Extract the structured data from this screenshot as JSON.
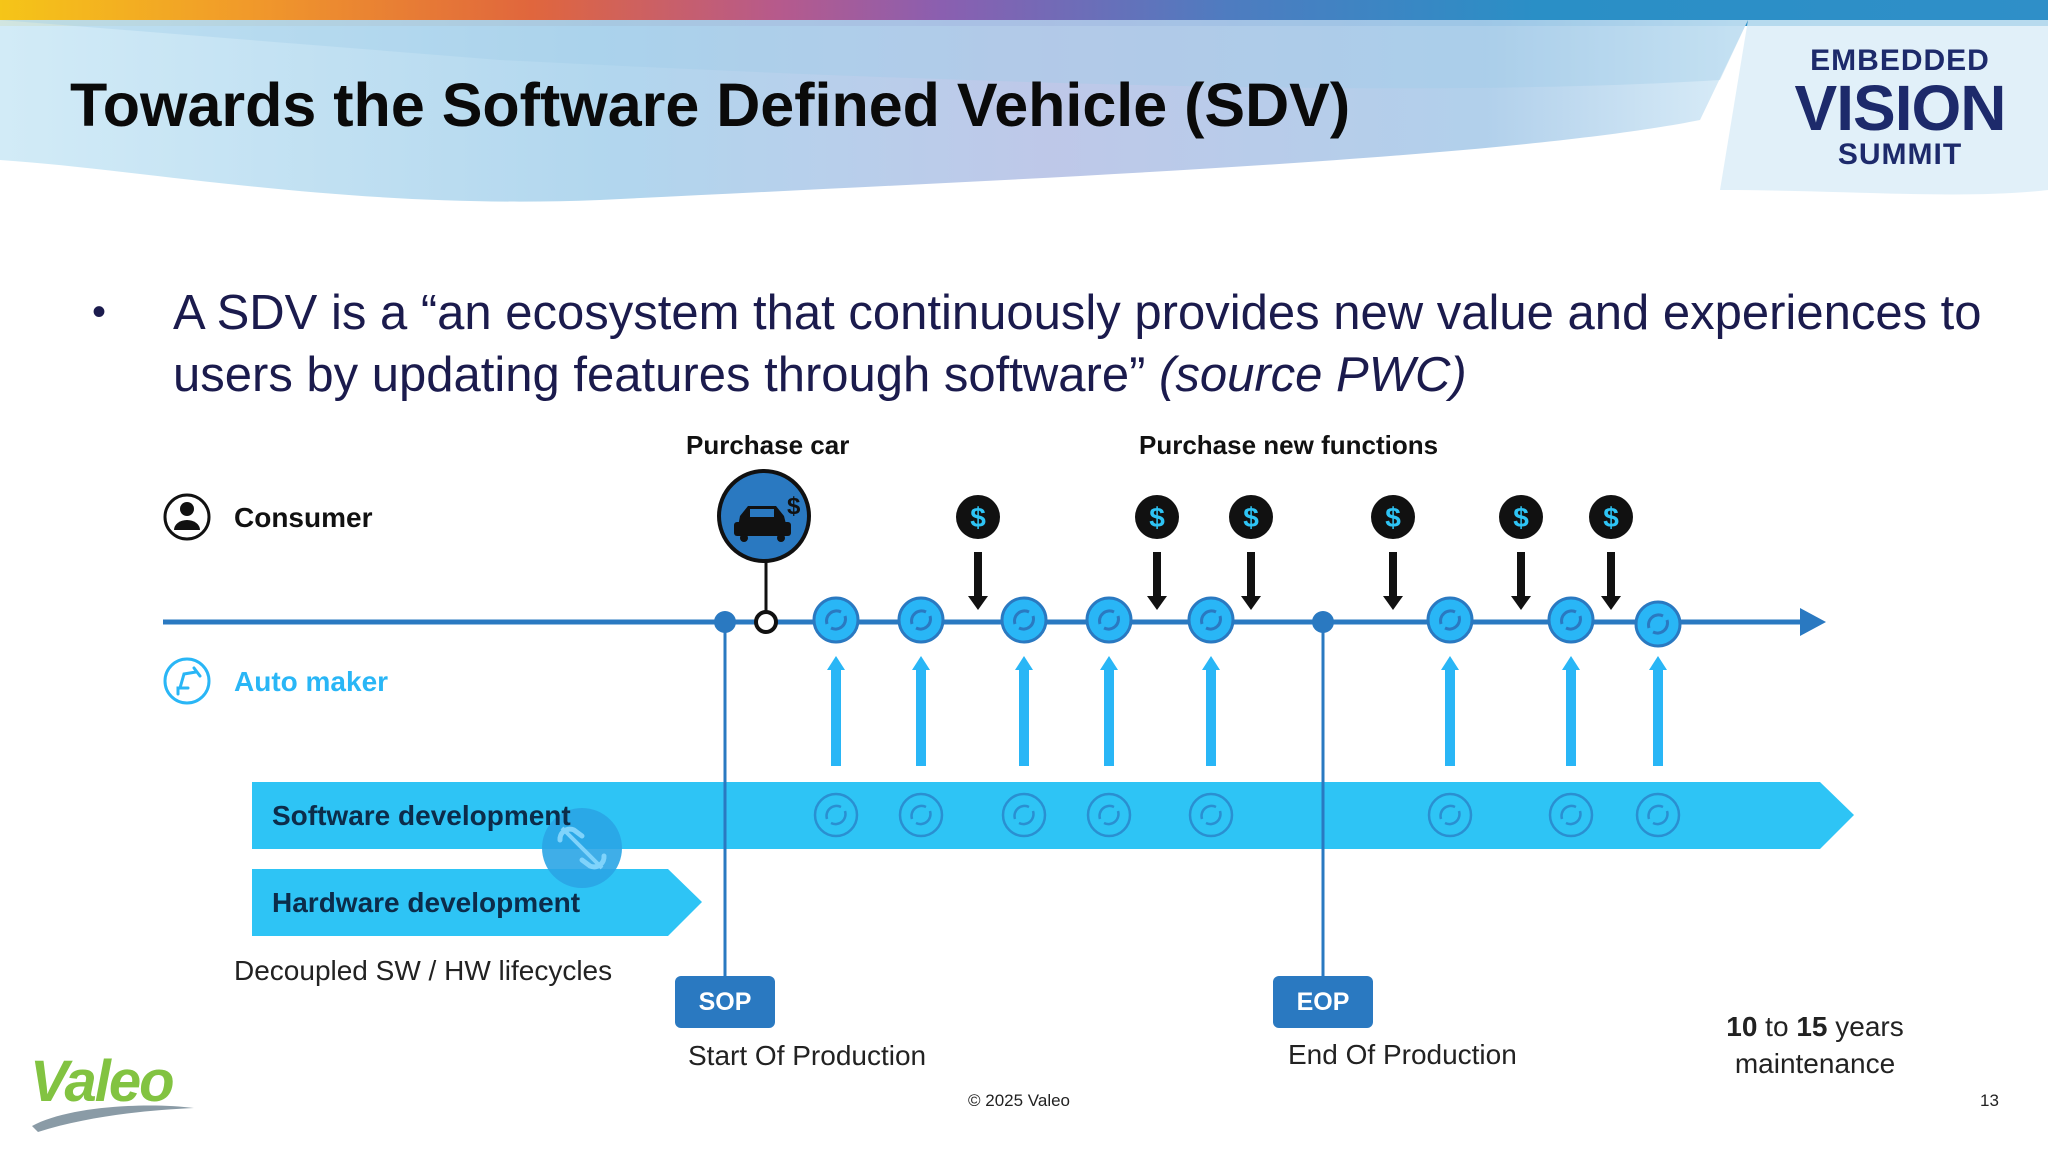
{
  "slide": {
    "title": "Towards the Software Defined Vehicle (SDV)",
    "bullet_main": "A SDV is a “an ecosystem that continuously provides new value and experiences to users by updating features through software” ",
    "bullet_source": "(source PWC)",
    "page_number": "13",
    "copyright": "© 2025 Valeo"
  },
  "logos": {
    "summit": {
      "line1": "EMBEDDED",
      "line2": "VISION",
      "line3": "SUMMIT"
    },
    "company": "Valeo"
  },
  "diagram": {
    "purchase_car_label": "Purchase car",
    "purchase_functions_label": "Purchase new functions",
    "consumer_label": "Consumer",
    "automaker_label": "Auto maker",
    "software_band_label": "Software development",
    "hardware_band_label": "Hardware development",
    "decoupled_label": "Decoupled SW / HW lifecycles",
    "sop_label": "SOP",
    "sop_caption": "Start Of Production",
    "eop_label": "EOP",
    "eop_caption": "End Of Production",
    "maintenance_from": "10",
    "maintenance_mid": " to ",
    "maintenance_to": "15",
    "maintenance_unit": " years",
    "maintenance_line2": "maintenance",
    "dollar_symbol": "$"
  },
  "icons": [
    "person-icon",
    "robot-arm-icon",
    "car-purchase-icon",
    "dollar-icon",
    "update-cycle-icon",
    "unlink-icon"
  ],
  "colors": {
    "timeline": "#2a79c1",
    "update": "#29b6f6",
    "band": "#2ec4f5",
    "automaker": "#29b6f6",
    "valeo": "#82c341"
  }
}
